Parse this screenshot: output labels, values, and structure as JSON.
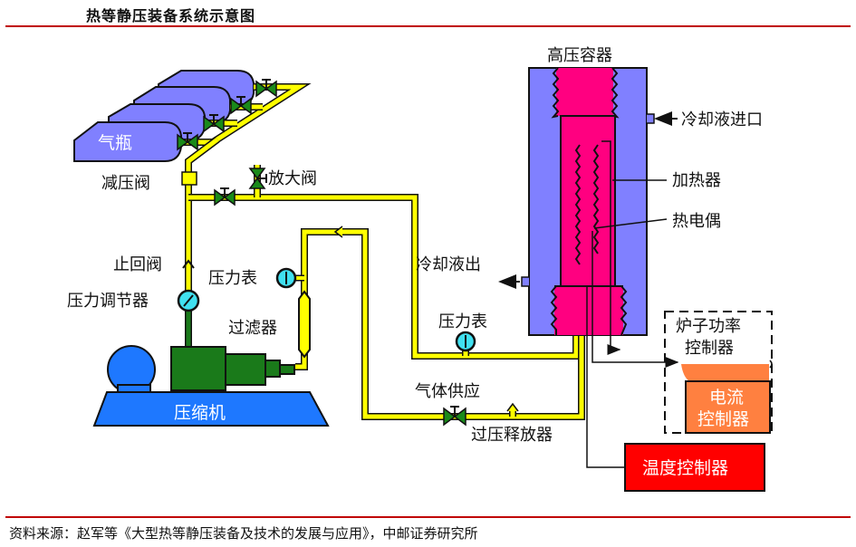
{
  "header": {
    "title": "热等静压装备系统示意图"
  },
  "footer": {
    "source": "资料来源：赵军等《大型热等静压装备及技术的发展与应用》，中邮证券研究所"
  },
  "colors": {
    "pipe": "#ffff00",
    "cylinder": "#8080ff",
    "vessel_outer": "#8080ff",
    "vessel_inner": "#ff0080",
    "compressor_base": "#1e78ff",
    "compressor_body": "#1a7a1a",
    "valve": "#1a8a1a",
    "gauge": "#40e0f0",
    "current_controller": "#ff8040",
    "temperature_controller": "#ff0000",
    "rule": "#c00000"
  },
  "diagram": {
    "labels": {
      "gas_cylinder": "气瓶",
      "pressure_reducing_valve": "减压阀",
      "amplifier_valve": "放大阀",
      "check_valve": "止回阀",
      "pressure_regulator": "压力调节器",
      "pressure_gauge_left": "压力表",
      "filter": "过滤器",
      "compressor": "压缩机",
      "high_pressure_vessel": "高压容器",
      "coolant_inlet": "冷却液进口",
      "heater": "加热器",
      "thermocouple": "热电偶",
      "coolant_outlet": "冷却液出",
      "pressure_gauge_right": "压力表",
      "gas_supply": "气体供应",
      "overpressure_relief": "过压释放器",
      "furnace_power_controller_line1": "炉子功率",
      "furnace_power_controller_line2": "控制器",
      "current_controller_line1": "电流",
      "current_controller_line2": "控制器",
      "temperature_controller": "温度控制器"
    }
  }
}
